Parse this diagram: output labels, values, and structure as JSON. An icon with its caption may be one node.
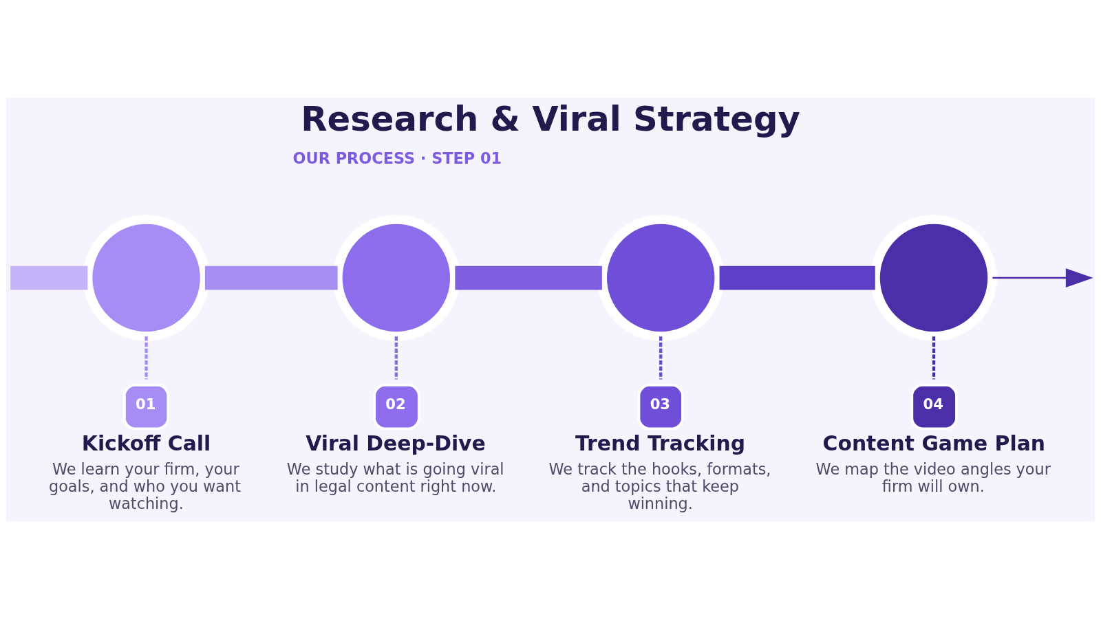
{
  "diagram": {
    "title": "Research & Viral Strategy",
    "nodes": [
      {
        "text": [],
        "shape": "circle"
      },
      {
        "text": [
          "01"
        ],
        "beside": [
          "Kickoff Call",
          "We learn your firm, your goals, and who you want watching."
        ]
      },
      {
        "text": [],
        "shape": "circle"
      },
      {
        "text": [
          "02"
        ],
        "beside": [
          "Viral Deep-Dive",
          "We study what is going viral in legal content right now."
        ]
      },
      {
        "text": [],
        "shape": "circle"
      },
      {
        "text": [
          "03"
        ],
        "beside": [
          "Trend Tracking",
          "We track the hooks, formats, and topics that keep winning."
        ]
      },
      {
        "text": [],
        "shape": "circle"
      },
      {
        "text": [
          "04"
        ],
        "beside": [
          "Content Game Plan",
          "We map the video angles your firm will own."
        ]
      }
    ],
    "edges": [
      {
        "from": null,
        "to": 0,
        "arrow": "none",
        "style": "thick",
        "color": "#c3b3f7"
      },
      {
        "from": 0,
        "to": 2,
        "arrow": "none",
        "style": "thick",
        "color": "#a68df0"
      },
      {
        "from": 2,
        "to": 4,
        "arrow": "none",
        "style": "thick",
        "color": "#7f5fe0"
      },
      {
        "from": 4,
        "to": 6,
        "arrow": "none",
        "style": "thick",
        "color": "#5e3fc8"
      },
      {
        "from": 6,
        "to": null,
        "arrow": "to",
        "color": "#4a2fa8"
      },
      {
        "from": 0,
        "to": 1,
        "arrow": "none",
        "style": "dashed",
        "color": "#a68cf5"
      },
      {
        "from": 2,
        "to": 3,
        "arrow": "none",
        "style": "dashed",
        "color": "#8a6be8"
      },
      {
        "from": 4,
        "to": 5,
        "arrow": "none",
        "style": "dashed",
        "color": "#6c4bd6"
      },
      {
        "from": 6,
        "to": 7,
        "arrow": "none",
        "style": "dashed",
        "color": "#4a2fa8"
      }
    ],
    "labels": [
      "OUR PROCESS · STEP 01"
    ]
  }
}
